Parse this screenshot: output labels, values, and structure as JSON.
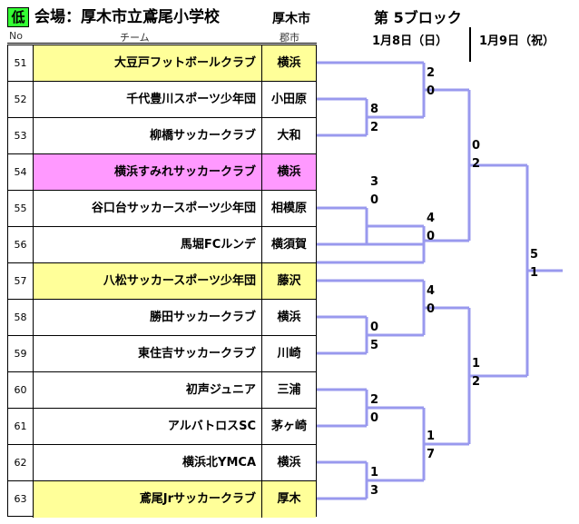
{
  "header": {
    "level_badge": "低",
    "venue": "会場：厚木市立鳶尾小学校",
    "city": "厚木市",
    "block": "第 5ブロック",
    "date1": "1月8日（日）",
    "date2": "1月9日（祝）"
  },
  "columns": {
    "no": "No",
    "team": "チーム",
    "area": "郡市"
  },
  "teams": [
    {
      "no": "51",
      "team": "大豆戸フットボールクラブ",
      "area": "横浜",
      "highlight": "yellow"
    },
    {
      "no": "52",
      "team": "千代豊川スポーツ少年団",
      "area": "小田原",
      "highlight": "none"
    },
    {
      "no": "53",
      "team": "柳橋サッカークラブ",
      "area": "大和",
      "highlight": "none"
    },
    {
      "no": "54",
      "team": "横浜すみれサッカークラブ",
      "area": "横浜",
      "highlight": "pink"
    },
    {
      "no": "55",
      "team": "谷口台サッカースポーツ少年団",
      "area": "相模原",
      "highlight": "none"
    },
    {
      "no": "56",
      "team": "馬堀FCルンデ",
      "area": "横須賀",
      "highlight": "none"
    },
    {
      "no": "57",
      "team": "八松サッカースポーツ少年団",
      "area": "藤沢",
      "highlight": "yellow"
    },
    {
      "no": "58",
      "team": "勝田サッカークラブ",
      "area": "横浜",
      "highlight": "none"
    },
    {
      "no": "59",
      "team": "東住吉サッカークラブ",
      "area": "川崎",
      "highlight": "none"
    },
    {
      "no": "60",
      "team": "初声ジュニア",
      "area": "三浦",
      "highlight": "none"
    },
    {
      "no": "61",
      "team": "アルバトロスSC",
      "area": "茅ヶ崎",
      "highlight": "none"
    },
    {
      "no": "62",
      "team": "横浜北YMCA",
      "area": "横浜",
      "highlight": "none"
    },
    {
      "no": "63",
      "team": "鳶尾Jrサッカークラブ",
      "area": "厚木",
      "highlight": "yellow"
    }
  ],
  "scores": {
    "m52_53": [
      "8",
      "2"
    ],
    "m51_w": [
      "2",
      "0"
    ],
    "m54_55": [
      "3",
      "0"
    ],
    "m54w_56": [
      "4",
      "0"
    ],
    "q1": [
      "0",
      "2"
    ],
    "m58_59": [
      "0",
      "5"
    ],
    "m57_w": [
      "4",
      "0"
    ],
    "m60_61": [
      "2",
      "0"
    ],
    "m62_63": [
      "1",
      "3"
    ],
    "m60w_63w": [
      "1",
      "7"
    ],
    "q2": [
      "1",
      "2"
    ],
    "final": [
      "5",
      "1"
    ]
  },
  "colors": {
    "bracket_line": "#9999ee",
    "yellow": "#ffff99",
    "pink": "#ff99ff",
    "badge": "#33ff33"
  }
}
